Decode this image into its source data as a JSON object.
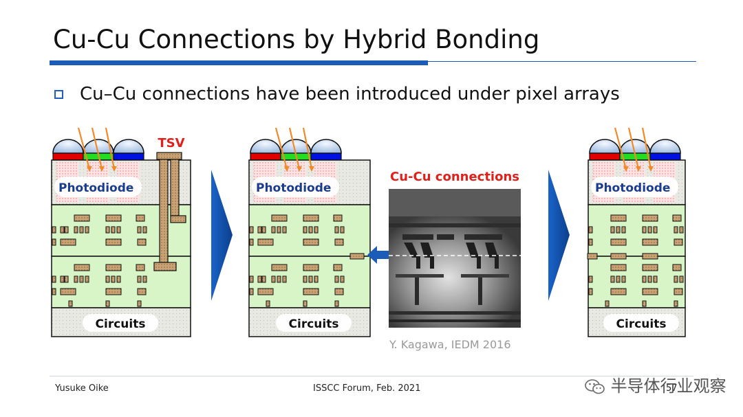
{
  "slide": {
    "title": "Cu-Cu Connections by Hybrid Bonding",
    "bullet": "Cu–Cu connections have been introduced under pixel arrays"
  },
  "diagrams": {
    "photodiode_label": "Photodiode",
    "circuits_label": "Circuits",
    "tsv_label": "TSV"
  },
  "photo": {
    "label": "Cu-Cu connections",
    "caption": "Y. Kagawa, IEDM 2016"
  },
  "footer": {
    "author": "Yusuke Oike",
    "event": "ISSCC Forum, Feb. 2021",
    "page": "57"
  },
  "watermark": {
    "text": "半导体行业观察"
  },
  "colors": {
    "accent": "#1a5cb8",
    "label_red": "#e0201a",
    "wiring_green": "#d8f5c8",
    "photodiode_blue": "#1a3c8f"
  }
}
